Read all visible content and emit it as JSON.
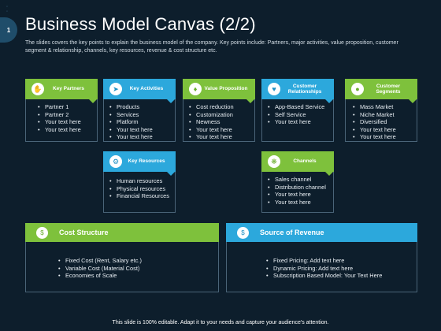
{
  "slide": {
    "number": "1",
    "title": "Business Model Canvas (2/2)",
    "description": "The slides covers the key points to explain the business model of the company. Key points include: Partners, major activities, value proposition, customer segment & relationship, channels, key resources, revenue & cost structure etc.",
    "footer": "This slide is 100% editable. Adapt it to your needs and capture your audience's attention."
  },
  "colors": {
    "green": "#7ec13c",
    "blue": "#2ca8dc",
    "background": "#0d1e2c"
  },
  "blocks": {
    "key_partners": {
      "title": "Key Partners",
      "icon": "handshake-icon",
      "items": [
        "Partner 1",
        "Partner 2",
        "Your text here",
        "Your text here"
      ]
    },
    "key_activities": {
      "title": "Key Activities",
      "icon": "rocket-icon",
      "items": [
        "Products",
        "Services",
        "Platform",
        "Your text here",
        "Your text here"
      ]
    },
    "value_proposition": {
      "title": "Value Proposition",
      "icon": "gift-icon",
      "items": [
        "Cost reduction",
        "Customization",
        "Newness",
        "Your text here",
        "Your text here"
      ]
    },
    "customer_relationships": {
      "title": "Customer Relationships",
      "icon": "heart-people-icon",
      "items": [
        "App-Based Service",
        "Self Service",
        "Your text here"
      ]
    },
    "customer_segments": {
      "title": "Customer Segments",
      "icon": "users-icon",
      "items": [
        "Mass Market",
        "Niche Market",
        "Diversified",
        "Your text here",
        "Your text here"
      ]
    },
    "key_resources": {
      "title": "Key Resources",
      "icon": "people-gear-icon",
      "items": [
        "Human resources",
        "Physical resources",
        "Financial Resources"
      ]
    },
    "channels": {
      "title": "Channels",
      "icon": "network-icon",
      "items": [
        "Sales channel",
        "Distribution channel",
        "Your text here",
        "Your text here"
      ]
    },
    "cost_structure": {
      "title": "Cost Structure",
      "icon": "money-icon",
      "items": [
        "Fixed Cost (Rent, Salary etc.)",
        "Variable Cost (Material Cost)",
        "Economies of Scale"
      ]
    },
    "source_of_revenue": {
      "title": "Source of Revenue",
      "icon": "cash-icon",
      "items": [
        "Fixed Pricing: Add text here",
        "Dynamic Pricing: Add text here",
        "Subscription Based Model: Your Text Here"
      ]
    }
  }
}
